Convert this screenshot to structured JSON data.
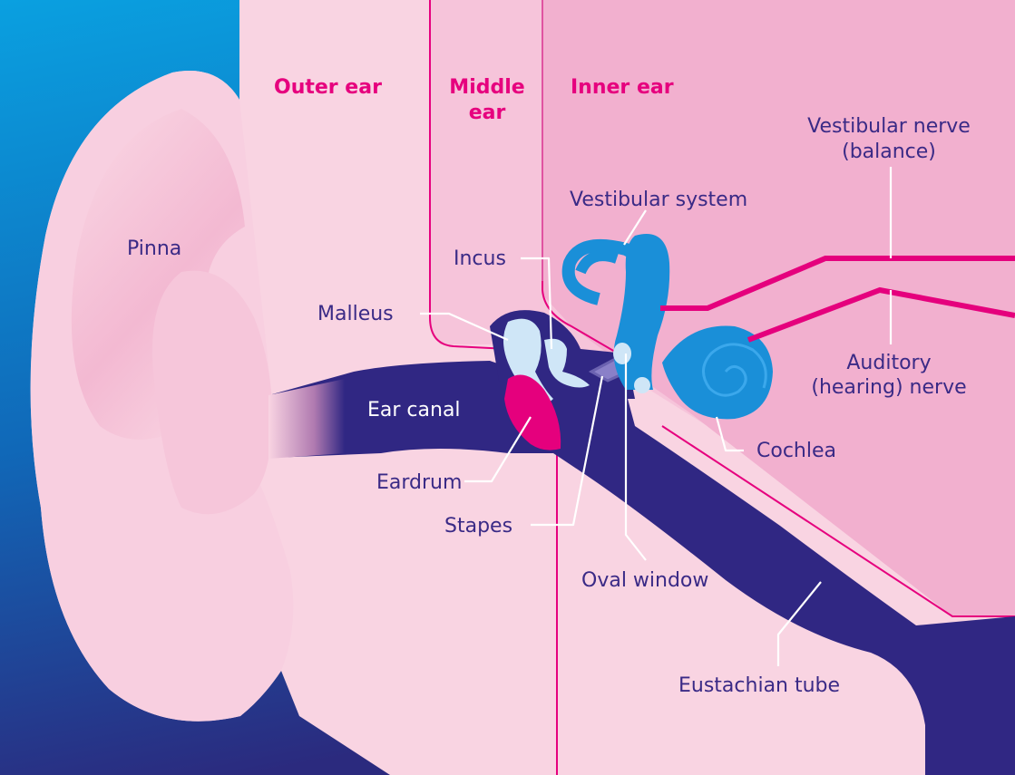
{
  "sections": {
    "outer": "Outer ear",
    "middle_line1": "Middle",
    "middle_line2": "ear",
    "inner": "Inner ear"
  },
  "labels": {
    "pinna": "Pinna",
    "malleus": "Malleus",
    "incus": "Incus",
    "ear_canal": "Ear canal",
    "eardrum": "Eardrum",
    "stapes": "Stapes",
    "vestibular_system": "Vestibular system",
    "vestibular_nerve_line1": "Vestibular nerve",
    "vestibular_nerve_line2": "(balance)",
    "auditory_nerve_line1": "Auditory",
    "auditory_nerve_line2": "(hearing) nerve",
    "cochlea": "Cochlea",
    "oval_window": "Oval window",
    "eustachian_tube": "Eustachian tube"
  },
  "colors": {
    "section_text": "#e6007e",
    "label_text": "#3a2a86",
    "background_top": "#0aa0e0",
    "background_bottom": "#2b2a7e",
    "skin": "#f9d4e2",
    "middle_ear_zone": "#f6c4da",
    "inner_ear_zone": "#f2aece",
    "canal": "#302783",
    "labyrinth": "#1a8fd8",
    "eardrum": "#e5007d",
    "nerve": "#e5007d"
  }
}
